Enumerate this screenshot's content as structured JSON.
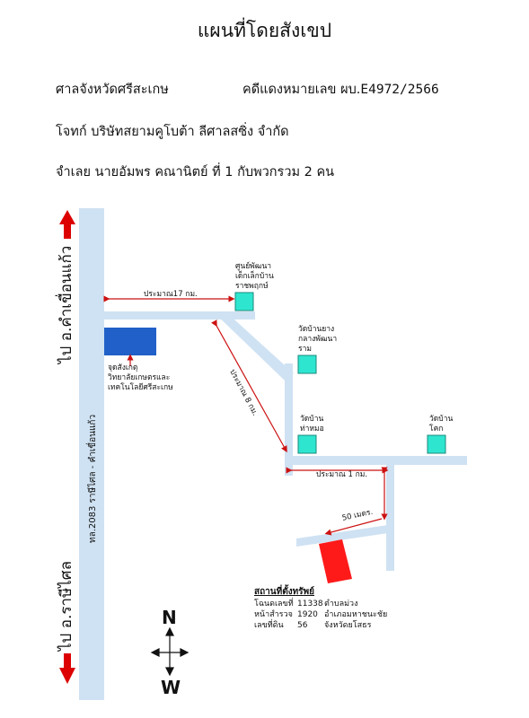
{
  "title": "แผนที่โดยสังเขป",
  "header": {
    "court": "ศาลจังหวัดศรีสะเกษ",
    "case_label": "คดีแดงหมายเลข ผบ.",
    "case_number": "E4972/2566",
    "plaintiff": "โจทก์ บริษัทสยามคูโบต้า ลีศาลสซิ่ง จำกัด",
    "defendant": "จำเลย นายอัมพร คณานิตย์ ที่ 1 กับพวกรวม 2 คน"
  },
  "map": {
    "top_direction": "ไป อ.คำเขื่อนแก้ว",
    "bottom_direction": "ไป อ.ราษีไศล",
    "highway": "ทล.2083 ราษีไศล - คำเขื่อนแก้ว",
    "distance_17km": "ประมาณ17 กม.",
    "distance_8km": "ประมาณ 8 กม.",
    "distance_1km": "ประมาณ 1 กม.",
    "distance_50m": "50 เมตร.",
    "landmarks": {
      "agri_center": [
        "จุดสังเกตุ",
        "วิทยาลัยเกษตรและ",
        "เทคโนโลยีศรีสะเกษ"
      ],
      "dev_center": [
        "ศูนย์พัฒนา",
        "เด็กเล็กบ้าน",
        "ราชพฤกษ์"
      ],
      "wat_yang": [
        "วัดบ้านยาง",
        "กลางพัฒนา",
        "ราม"
      ],
      "wat_thamo": [
        "วัดบ้าน",
        "ท่าหมอ"
      ],
      "wat_khok": [
        "วัดบ้าน",
        "โคก"
      ]
    },
    "property": {
      "title": "สถานที่ตั้งทรัพย์",
      "rows": [
        [
          "โฉนดเลขที่",
          "11338",
          "ตำบลม่วง"
        ],
        [
          "หน้าสำรวจ",
          "1920",
          "อำเภอมหาชนะชัย"
        ],
        [
          "เลขที่ดิน",
          "56",
          "จังหวัดยโสธร"
        ]
      ]
    },
    "compass": {
      "north": "N",
      "west": "W"
    },
    "colors": {
      "road": "#cfe2f3",
      "landmark": "#2ee6d0",
      "landmark_border": "#1a8a7c",
      "agri_block": "#2060c8",
      "property_block": "#ff1a1a",
      "arrow": "#cc1111"
    }
  }
}
